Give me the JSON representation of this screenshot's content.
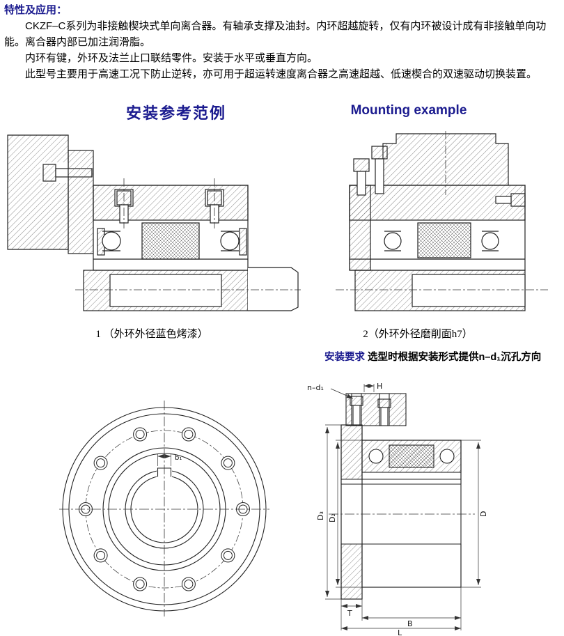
{
  "colors": {
    "heading_navy": "#1b1b8f",
    "text": "#000000",
    "line": "#222222"
  },
  "intro": {
    "title": "特性及应用：",
    "paragraphs": [
      "CKZF–C系列为非接触楔块式单向离合器。有轴承支撑及油封。内环超越旋转，仅有内环被设计成有非接触单向功能。离合器内部已加注润滑脂。",
      "内环有键，外环及法兰止口联结零件。安装于水平或垂直方向。",
      "此型号主要用于高速工况下防止逆转，亦可用于超运转速度离合器之高速超越、低速楔合的双速驱动切换装置。"
    ]
  },
  "mounting": {
    "heading_zh": "安装参考范例",
    "heading_en": "Mounting example",
    "caption_1": "1 （外环外径蓝色烤漆）",
    "caption_2": "2（外环外径磨削面h7）",
    "note_label": "安装要求",
    "note_text": "选型时根据安装形式提供n–d₁沉孔方向"
  },
  "dim_labels": {
    "n_d1": "n–d₁",
    "H": "H",
    "D3": "D₃",
    "D2": "D₂",
    "D": "D",
    "T": "T",
    "B": "B",
    "L": "L",
    "b1": "b₁"
  }
}
